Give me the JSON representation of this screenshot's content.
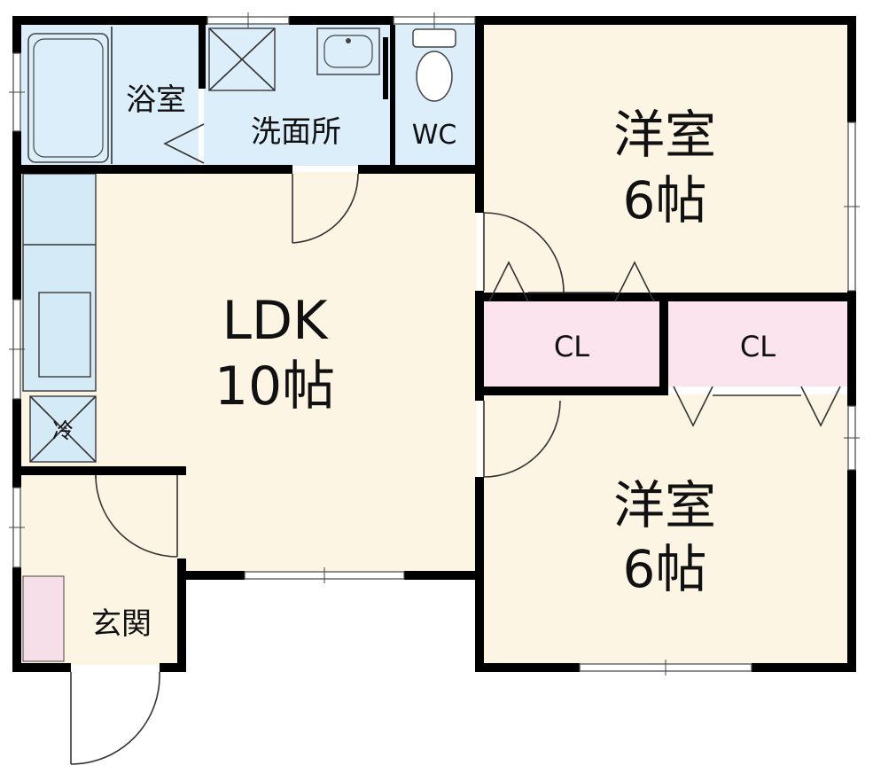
{
  "rooms": {
    "bath": {
      "label": "浴室"
    },
    "washroom": {
      "label": "洗面所"
    },
    "wc": {
      "label": "WC"
    },
    "ldk": {
      "label": "LDK",
      "size": "10帖"
    },
    "bedroom1": {
      "label": "洋室",
      "size": "6帖"
    },
    "bedroom2": {
      "label": "洋室",
      "size": "6帖"
    },
    "closet1": {
      "label": "CL"
    },
    "closet2": {
      "label": "CL"
    },
    "entrance": {
      "label": "玄関"
    },
    "fridge": {
      "label": "冷"
    }
  },
  "colors": {
    "wet_area": "#dbeefa",
    "living": "#fdf5e4",
    "closet": "#fbe4ee",
    "shoe_box": "#f7dfea",
    "kitchen_counter": "#d4eaf7",
    "wall": "#000000"
  }
}
